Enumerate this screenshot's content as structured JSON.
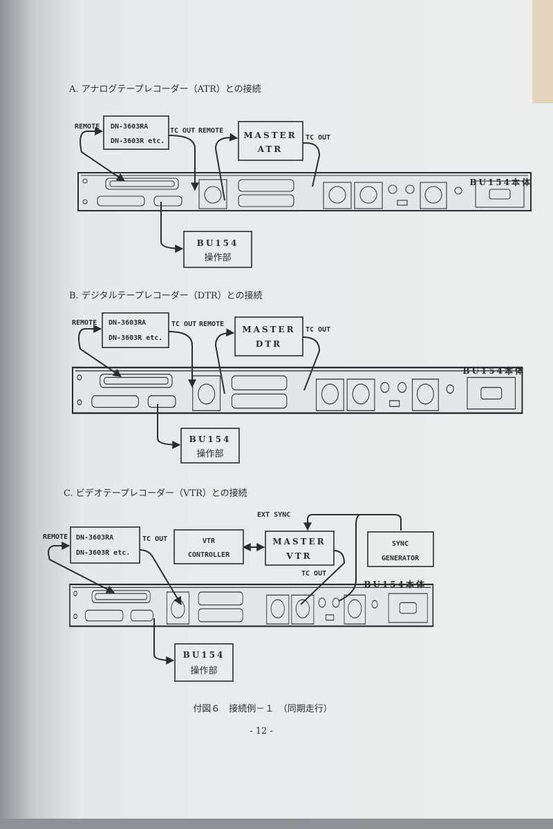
{
  "sections": [
    {
      "title": "A. アナログテープレコーダー（ATR）との接続",
      "labels": {
        "remote_left": "REMOTE",
        "tc_out_left": "TC OUT",
        "remote_right": "REMOTE",
        "tc_out_right": "TC OUT"
      },
      "device_box": {
        "line1": "DN-3603RA",
        "line2": "DN-3603R  etc."
      },
      "master_box": {
        "line1": "MASTER",
        "line2": "ATR"
      },
      "unit_label": "BU154本体",
      "control_box": {
        "line1": "BU154",
        "line2": "操作部"
      }
    },
    {
      "title": "B. デジタルテープレコーダー（DTR）との接続",
      "labels": {
        "remote_left": "REMOTE",
        "tc_out_left": "TC OUT",
        "remote_right": "REMOTE",
        "tc_out_right": "TC OUT"
      },
      "device_box": {
        "line1": "DN-3603RA",
        "line2": "DN-3603R  etc."
      },
      "master_box": {
        "line1": "MASTER",
        "line2": "DTR"
      },
      "unit_label": "BU154本体",
      "control_box": {
        "line1": "BU154",
        "line2": "操作部"
      }
    },
    {
      "title": "C. ビデオテープレコーダー（VTR）との接続",
      "labels": {
        "remote_left": "REMOTE",
        "tc_out_left": "TC OUT",
        "ext_sync": "EXT SYNC",
        "tc_out_master": "TC OUT"
      },
      "device_box": {
        "line1": "DN-3603RA",
        "line2": "DN-3603R  etc."
      },
      "controller_box": {
        "line1": "VTR",
        "line2": "CONTROLLER"
      },
      "master_box": {
        "line1": "MASTER",
        "line2": "VTR"
      },
      "sync_box": {
        "line1": "SYNC",
        "line2": "GENERATOR"
      },
      "unit_label": "BU154本体",
      "control_box": {
        "line1": "BU154",
        "line2": "操作部"
      }
    }
  ],
  "caption": "付図６　接続例－１　（同期走行）",
  "page_number": "- 12 -",
  "colors": {
    "paper": "#e9ecec",
    "ink": "#2a2c30",
    "stain": "#d9a66a"
  }
}
